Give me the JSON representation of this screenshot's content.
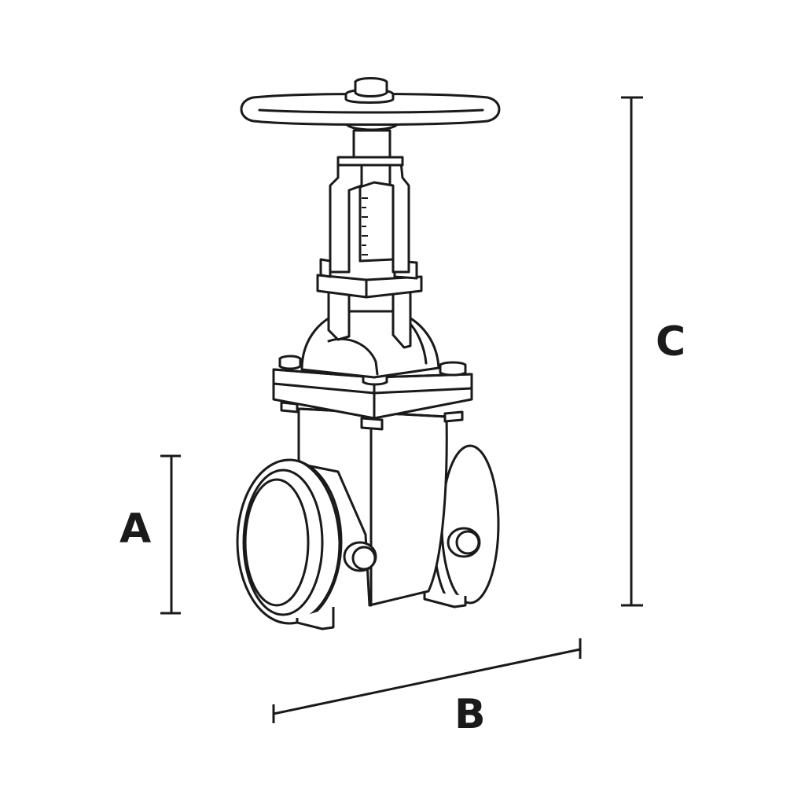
{
  "diagram": {
    "subject": "gate-valve",
    "line_color": "#1a1a1a",
    "background": "#ffffff",
    "dimensions": [
      {
        "id": "A",
        "label": "A"
      },
      {
        "id": "B",
        "label": "B"
      },
      {
        "id": "C",
        "label": "C"
      }
    ]
  }
}
